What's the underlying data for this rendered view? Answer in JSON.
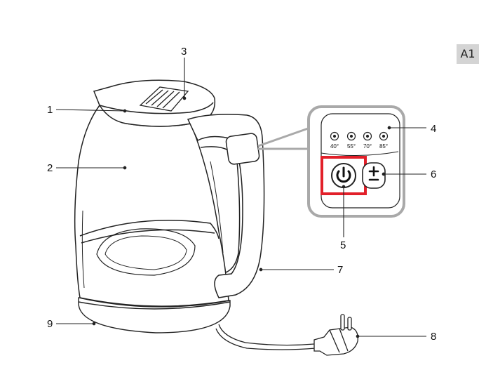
{
  "page_badge": "A1",
  "callouts": [
    {
      "id": "1",
      "label": "1"
    },
    {
      "id": "2",
      "label": "2"
    },
    {
      "id": "3",
      "label": "3"
    },
    {
      "id": "4",
      "label": "4"
    },
    {
      "id": "5",
      "label": "5"
    },
    {
      "id": "6",
      "label": "6"
    },
    {
      "id": "7",
      "label": "7"
    },
    {
      "id": "8",
      "label": "8"
    },
    {
      "id": "9",
      "label": "9"
    }
  ],
  "temperatures": [
    "40°",
    "55°",
    "70°",
    "85°"
  ],
  "power_symbol": "⏻",
  "plus_minus_symbol": "±",
  "highlight_color": "#e2202a",
  "zoom_box_color": "#a9a9a9"
}
